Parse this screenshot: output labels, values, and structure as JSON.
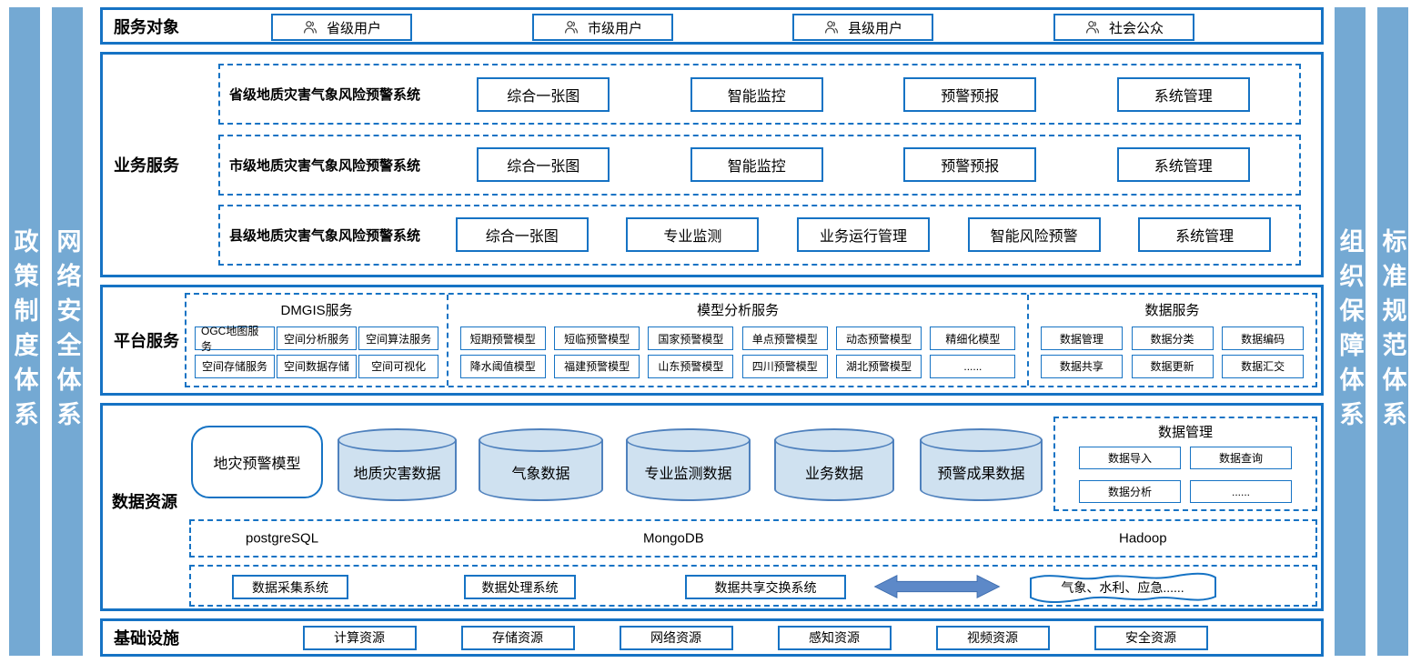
{
  "colors": {
    "accent": "#1673c4",
    "bar": "#74a9d3",
    "cyl-fill": "#cfe1f0",
    "cyl-border": "#4f81bd",
    "arrow": "#5d89c8"
  },
  "side_bars": {
    "left": [
      {
        "label": "政策制度体系"
      },
      {
        "label": "网络安全体系"
      }
    ],
    "right": [
      {
        "label": "组织保障体系"
      },
      {
        "label": "标准规范体系"
      }
    ]
  },
  "service_objects": {
    "title": "服务对象",
    "users": [
      {
        "icon": "user-icon",
        "label": "省级用户"
      },
      {
        "icon": "user-icon",
        "label": "市级用户"
      },
      {
        "icon": "user-icon",
        "label": "县级用户"
      },
      {
        "icon": "user-icon",
        "label": "社会公众"
      }
    ]
  },
  "business_services": {
    "title": "业务服务",
    "systems": [
      {
        "name": "省级地质灾害气象风险预警系统",
        "modules": [
          "综合一张图",
          "智能监控",
          "预警预报",
          "系统管理"
        ]
      },
      {
        "name": "市级地质灾害气象风险预警系统",
        "modules": [
          "综合一张图",
          "智能监控",
          "预警预报",
          "系统管理"
        ]
      },
      {
        "name": "县级地质灾害气象风险预警系统",
        "modules": [
          "综合一张图",
          "专业监测",
          "业务运行管理",
          "智能风险预警",
          "系统管理"
        ]
      }
    ]
  },
  "platform_services": {
    "title": "平台服务",
    "groups": [
      {
        "name": "DMGIS服务",
        "rows": [
          [
            "OGC地图服务",
            "空间分析服务",
            "空间算法服务"
          ],
          [
            "空间存储服务",
            "空间数据存储",
            "空间可视化"
          ]
        ]
      },
      {
        "name": "模型分析服务",
        "rows": [
          [
            "短期预警模型",
            "短临预警模型",
            "国家预警模型",
            "单点预警模型",
            "动态预警模型",
            "精细化模型"
          ],
          [
            "降水阈值模型",
            "福建预警模型",
            "山东预警模型",
            "四川预警模型",
            "湖北预警模型",
            "......"
          ]
        ]
      },
      {
        "name": "数据服务",
        "rows": [
          [
            "数据管理",
            "数据分类",
            "数据编码"
          ],
          [
            "数据共享",
            "数据更新",
            "数据汇交"
          ]
        ]
      }
    ]
  },
  "data_resources": {
    "title": "数据资源",
    "model_box": "地灾预警模型",
    "cylinders": [
      "地质灾害数据",
      "气象数据",
      "专业监测数据",
      "业务数据",
      "预警成果数据"
    ],
    "data_management": {
      "title": "数据管理",
      "items": [
        "数据导入",
        "数据查询",
        "数据分析",
        "......"
      ]
    },
    "databases": [
      "postgreSQL",
      "MongoDB",
      "Hadoop"
    ],
    "systems": [
      "数据采集系统",
      "数据处理系统",
      "数据共享交换系统"
    ],
    "exchange_icon": "double-arrow-icon",
    "external_systems": "气象、水利、应急......"
  },
  "infrastructure": {
    "title": "基础设施",
    "resources": [
      "计算资源",
      "存储资源",
      "网络资源",
      "感知资源",
      "视频资源",
      "安全资源"
    ]
  }
}
